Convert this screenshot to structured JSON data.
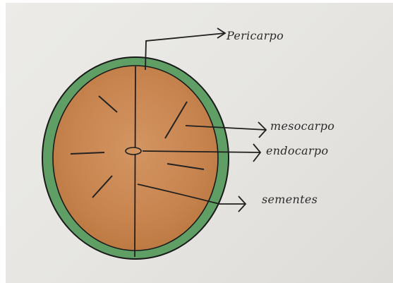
{
  "header_fragment": "",
  "labels": {
    "pericarp": "Pericarpo",
    "mesocarp": "mesocarpo",
    "endocarp": "endocarpo",
    "seeds": "sementes"
  },
  "colors": {
    "paper": "#e9e8e4",
    "pericarp_ring": "#5b9a63",
    "pulp": "#c8844f",
    "ink": "#222222"
  }
}
